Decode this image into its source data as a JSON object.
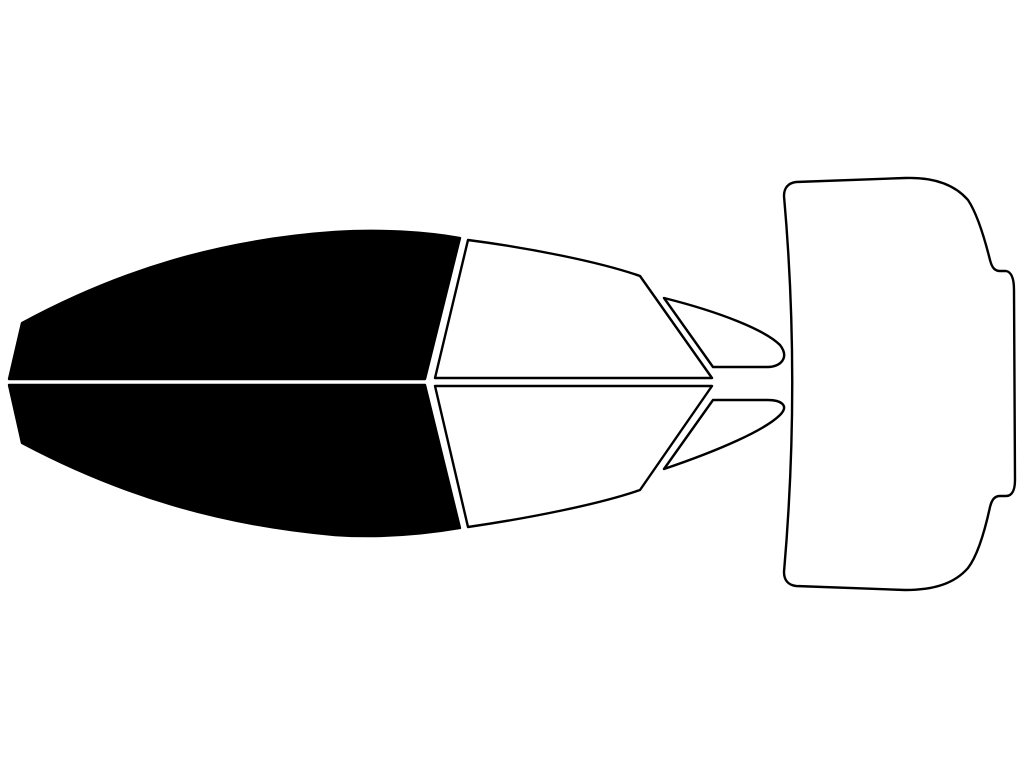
{
  "diagram": {
    "background": "#ffffff",
    "outline_color": "#000000",
    "panels": [
      {
        "id": "front-windshield-left-half",
        "role": "windshield",
        "shaded": true
      },
      {
        "id": "front-windshield-right-half",
        "role": "windshield",
        "shaded": true
      },
      {
        "id": "front-door-window-left",
        "role": "front-side-window",
        "shaded": false
      },
      {
        "id": "front-door-window-right",
        "role": "front-side-window",
        "shaded": false
      },
      {
        "id": "rear-quarter-window-left",
        "role": "rear-quarter-window",
        "shaded": false
      },
      {
        "id": "rear-quarter-window-right",
        "role": "rear-quarter-window",
        "shaded": false
      },
      {
        "id": "rear-window",
        "role": "rear-window",
        "shaded": false
      }
    ],
    "colors": {
      "shaded_fill": "#000000",
      "unshaded_fill": "#ffffff"
    }
  }
}
